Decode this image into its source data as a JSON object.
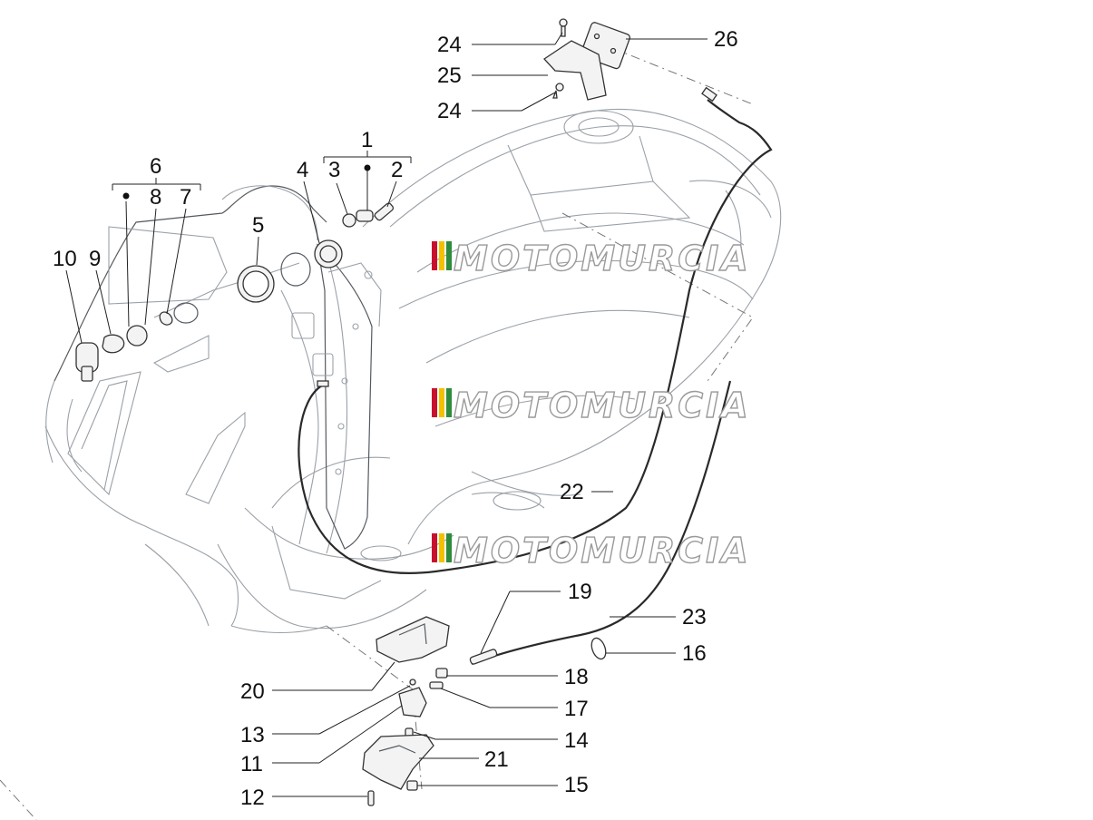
{
  "watermark": {
    "text": "MOTOMURCIA",
    "flag_colors": [
      "#c8102e",
      "#f2c200",
      "#2e8b3c"
    ]
  },
  "colors": {
    "line": "#222222",
    "outline": "#9aa1a8",
    "part": "#333333"
  },
  "labels": {
    "l1": "1",
    "l2": "2",
    "l3": "3",
    "l4": "4",
    "l5": "5",
    "l6": "6",
    "l7": "7",
    "l8": "8",
    "l9": "9",
    "l10": "10",
    "l11": "11",
    "l12": "12",
    "l13": "13",
    "l14": "14",
    "l15": "15",
    "l16": "16",
    "l17": "17",
    "l18": "18",
    "l19": "19",
    "l20": "20",
    "l21": "21",
    "l22": "22",
    "l23": "23",
    "l24a": "24",
    "l24b": "24",
    "l25": "25",
    "l26": "26"
  }
}
